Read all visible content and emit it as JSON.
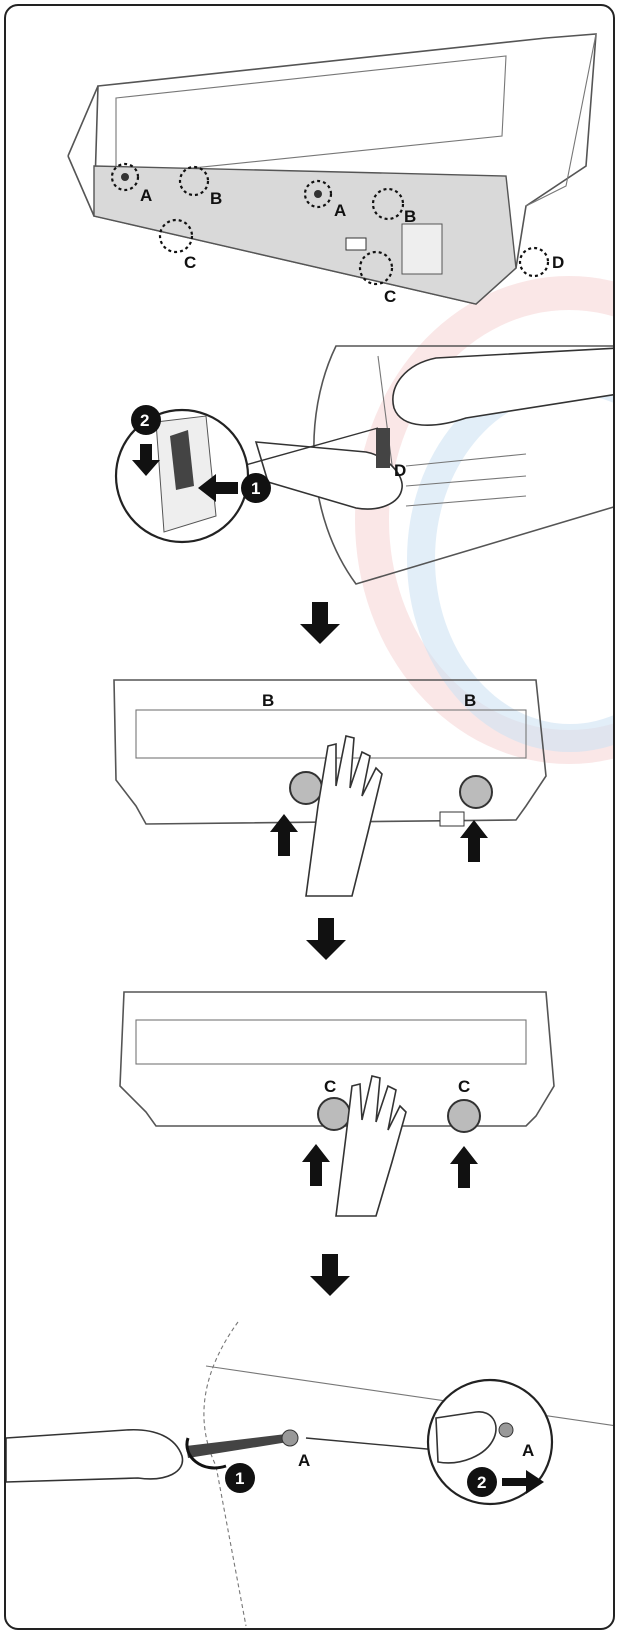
{
  "step1": {
    "labels": {
      "a1": "A",
      "b1": "B",
      "a2": "A",
      "b2": "B",
      "c1": "C",
      "c2": "C",
      "d": "D"
    }
  },
  "step2": {
    "labels": {
      "num2": "2",
      "num1": "1",
      "d": "D"
    }
  },
  "step3": {
    "labels": {
      "b_left": "B",
      "b_right": "B"
    }
  },
  "step4": {
    "labels": {
      "c_left": "C",
      "c_right": "C"
    }
  },
  "step5": {
    "labels": {
      "num1": "1",
      "a_screw": "A",
      "num2": "2",
      "a_zoom": "A"
    }
  },
  "icons": {
    "down_arrow": "down-arrow-icon",
    "up_arrow": "up-arrow-icon",
    "right_arrow": "right-arrow-icon",
    "left_arrow": "left-arrow-icon"
  },
  "colors": {
    "ink": "#111111",
    "outline": "#555555",
    "watermark_red": "#f5d3d3",
    "watermark_blue": "#cfe2f3"
  }
}
